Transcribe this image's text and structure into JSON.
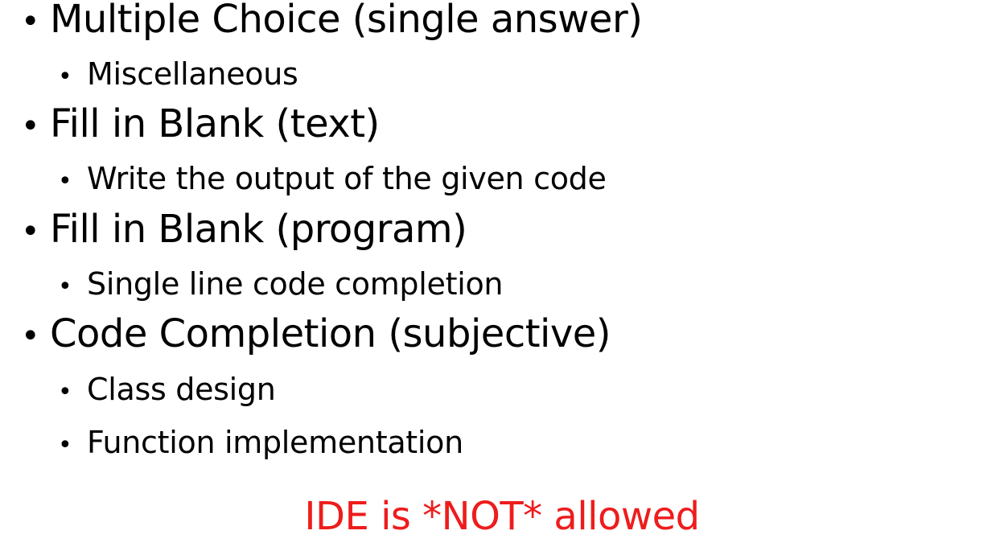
{
  "slide": {
    "items": [
      {
        "label": "Multiple Choice (single answer)",
        "subitems": [
          "Miscellaneous"
        ]
      },
      {
        "label": "Fill in Blank (text)",
        "subitems": [
          "Write the output of the given code"
        ]
      },
      {
        "label": "Fill in Blank (program)",
        "subitems": [
          "Single line code completion"
        ]
      },
      {
        "label": "Code Completion (subjective)",
        "subitems": [
          "Class design",
          "Function implementation"
        ]
      }
    ],
    "note": "IDE is *NOT* allowed",
    "bullet": "•",
    "colors": {
      "text": "#000000",
      "note": "#ee1c1c",
      "background": "#ffffff"
    }
  }
}
